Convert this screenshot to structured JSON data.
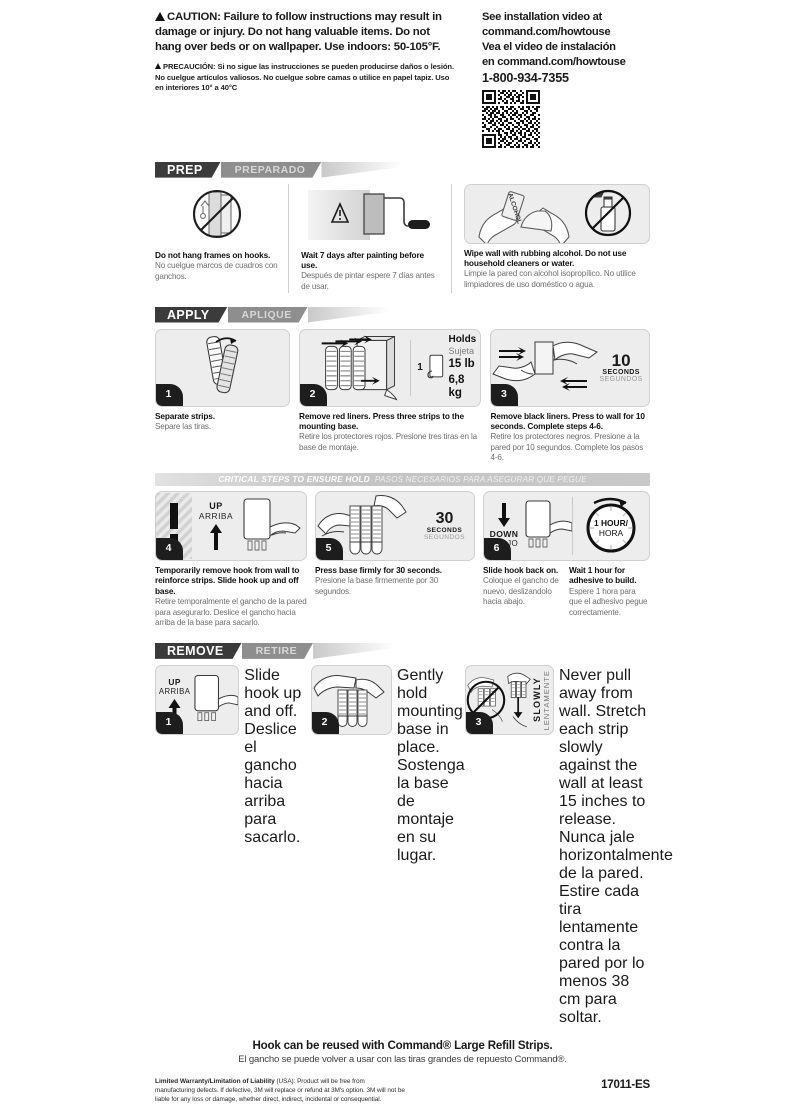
{
  "caution": {
    "heading_icon": "warning-triangle-icon",
    "english": "CAUTION: Failure to follow instructions may result in damage or injury. Do not hang valuable items. Do not hang over beds or on wallpaper. Use indoors: 50-105°F.",
    "spanish": "PRECAUCIÓN: Si no sigue las instrucciones se pueden producirse daños o lesión. No cuelgue artículos valiosos. No cuelgue sobre camas o utilice en papel tapiz. Uso en interiores 10° a 40°C"
  },
  "video": {
    "line1": "See installation video at",
    "line2": "command.com/howtouse",
    "line3": "Vea el video de instalación",
    "line4": "en command.com/howtouse",
    "phone": "1-800-934-7355",
    "qr_label": "qr-code"
  },
  "sections": {
    "prep": {
      "en": "PREP",
      "sp": "PREPARADO",
      "steps": [
        {
          "art": "no-frames-on-hooks-icon",
          "en": "Do not hang frames on hooks.",
          "sp": "No cuelgue marcos de cuadros con ganchos."
        },
        {
          "art": "paint-roller-icon",
          "en": "Wait 7 days after painting before use.",
          "sp": "Después de pintar espere 7 días antes de usar."
        },
        {
          "art": "wipe-wall-alcohol-icon",
          "en": "Wipe wall with rubbing alcohol. Do not use household cleaners or water.",
          "sp": "Limpie la pared con alcohol isopropílico. No utilice limpiadores de uso doméstico o agua.",
          "bottle_label": "ALCOHOL"
        }
      ]
    },
    "apply": {
      "en": "APPLY",
      "sp": "APLIQUE",
      "steps": [
        {
          "number": "1",
          "art": "separate-strips-icon",
          "en": "Separate strips.",
          "sp": "Separe las tiras."
        },
        {
          "number": "2",
          "art": "press-strips-to-base-icon",
          "en": "Remove red liners. Press three strips to the mounting base.",
          "sp": "Retire los protectores rojos. Presione tres tiras en la base de montaje.",
          "holds": {
            "count": "1",
            "en": "Holds",
            "sp": "Sujeta",
            "lb": "15 lb",
            "kg": "6,8 kg"
          }
        },
        {
          "number": "3",
          "art": "press-to-wall-icon",
          "en": "Remove black liners. Press to wall for 10 seconds. Complete steps 4-6.",
          "sp": "Retire los protectores negros. Presione a la pared por 10 segundos. Complete los pasos 4-6.",
          "timer": {
            "value": "10",
            "en": "SECONDS",
            "sp": "SEGUNDOS"
          }
        }
      ]
    },
    "critical": {
      "en": "CRITICAL STEPS  TO ENSURE HOLD",
      "sp": "PASOS NECESARIOS PARA ASEGURAR QUE PEGUE",
      "steps": [
        {
          "number": "4",
          "art": "slide-hook-up-off-icon",
          "direction_en": "UP",
          "direction_sp": "ARRIBA",
          "en": "Temporarily remove hook from wall to reinforce strips. Slide hook up and off base.",
          "sp": "Retire temporalmente el gancho de la pared para asegurarlo. Deslice el gancho hacia arriba de la base para sacarlo."
        },
        {
          "number": "5",
          "art": "press-base-firmly-icon",
          "en": "Press base firmly for 30 seconds.",
          "sp": "Presione la base firmemente por 30 segundos.",
          "timer": {
            "value": "30",
            "en": "SECONDS",
            "sp": "SEGUNDOS"
          }
        },
        {
          "number": "6",
          "art": "slide-hook-back-on-icon",
          "direction_en": "DOWN",
          "direction_sp": "ABAJO",
          "en": "Slide hook back on.",
          "sp": "Coloque el gancho de nuevo, deslizandolo hacia abajo.",
          "wait": {
            "clock_en": "1 HOUR/",
            "clock_sp": "HORA",
            "en": "Wait 1 hour for adhesive to build.",
            "sp": "Espere 1 hora para que el adhesivo pegue correctamente."
          }
        }
      ]
    },
    "remove": {
      "en": "REMOVE",
      "sp": "RETIRE",
      "steps": [
        {
          "number": "1",
          "art": "slide-hook-up-off-icon",
          "direction_en": "UP",
          "direction_sp": "ARRIBA",
          "en": "Slide hook up and off.",
          "sp": "Deslice el gancho hacia arriba para sacarlo."
        },
        {
          "number": "2",
          "art": "hold-base-in-place-icon",
          "en": "Gently hold mounting base in place.",
          "sp": "Sostenga la base de montaje en su lugar."
        },
        {
          "number": "3",
          "art": "stretch-strip-slowly-icon",
          "slowly_en": "SLOWLY",
          "slowly_sp": "LENTAMENTE",
          "en": "Never pull away from wall. Stretch each strip slowly against the wall at least 15 inches to release.",
          "sp": "Nunca jale horizontalmente de la pared. Estire cada tira lentamente contra la pared por lo menos 38 cm para soltar."
        }
      ]
    }
  },
  "reuse": {
    "en": "Hook can be reused with Command® Large Refill Strips.",
    "sp": "El gancho se puede volver a usar con las tiras grandes de repuesto Command®."
  },
  "footer": {
    "warranty_title": "Limited Warranty/Limitation of Liability",
    "warranty_body": " (USA): Product will be free from manufacturing defects. If defective, 3M will replace or refund at 3M's option. 3M will not be liable for any loss or damage, whether direct, indirect, incidental or consequential.",
    "part_number": "17011-ES"
  }
}
